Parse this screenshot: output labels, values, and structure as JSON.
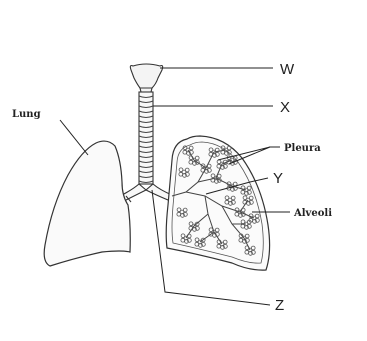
{
  "diagram": {
    "labels": {
      "lung": "Lung",
      "pleura": "Pleura",
      "alveoli": "Alveoli",
      "w": "W",
      "x": "X",
      "y": "Y",
      "z": "Z"
    }
  }
}
